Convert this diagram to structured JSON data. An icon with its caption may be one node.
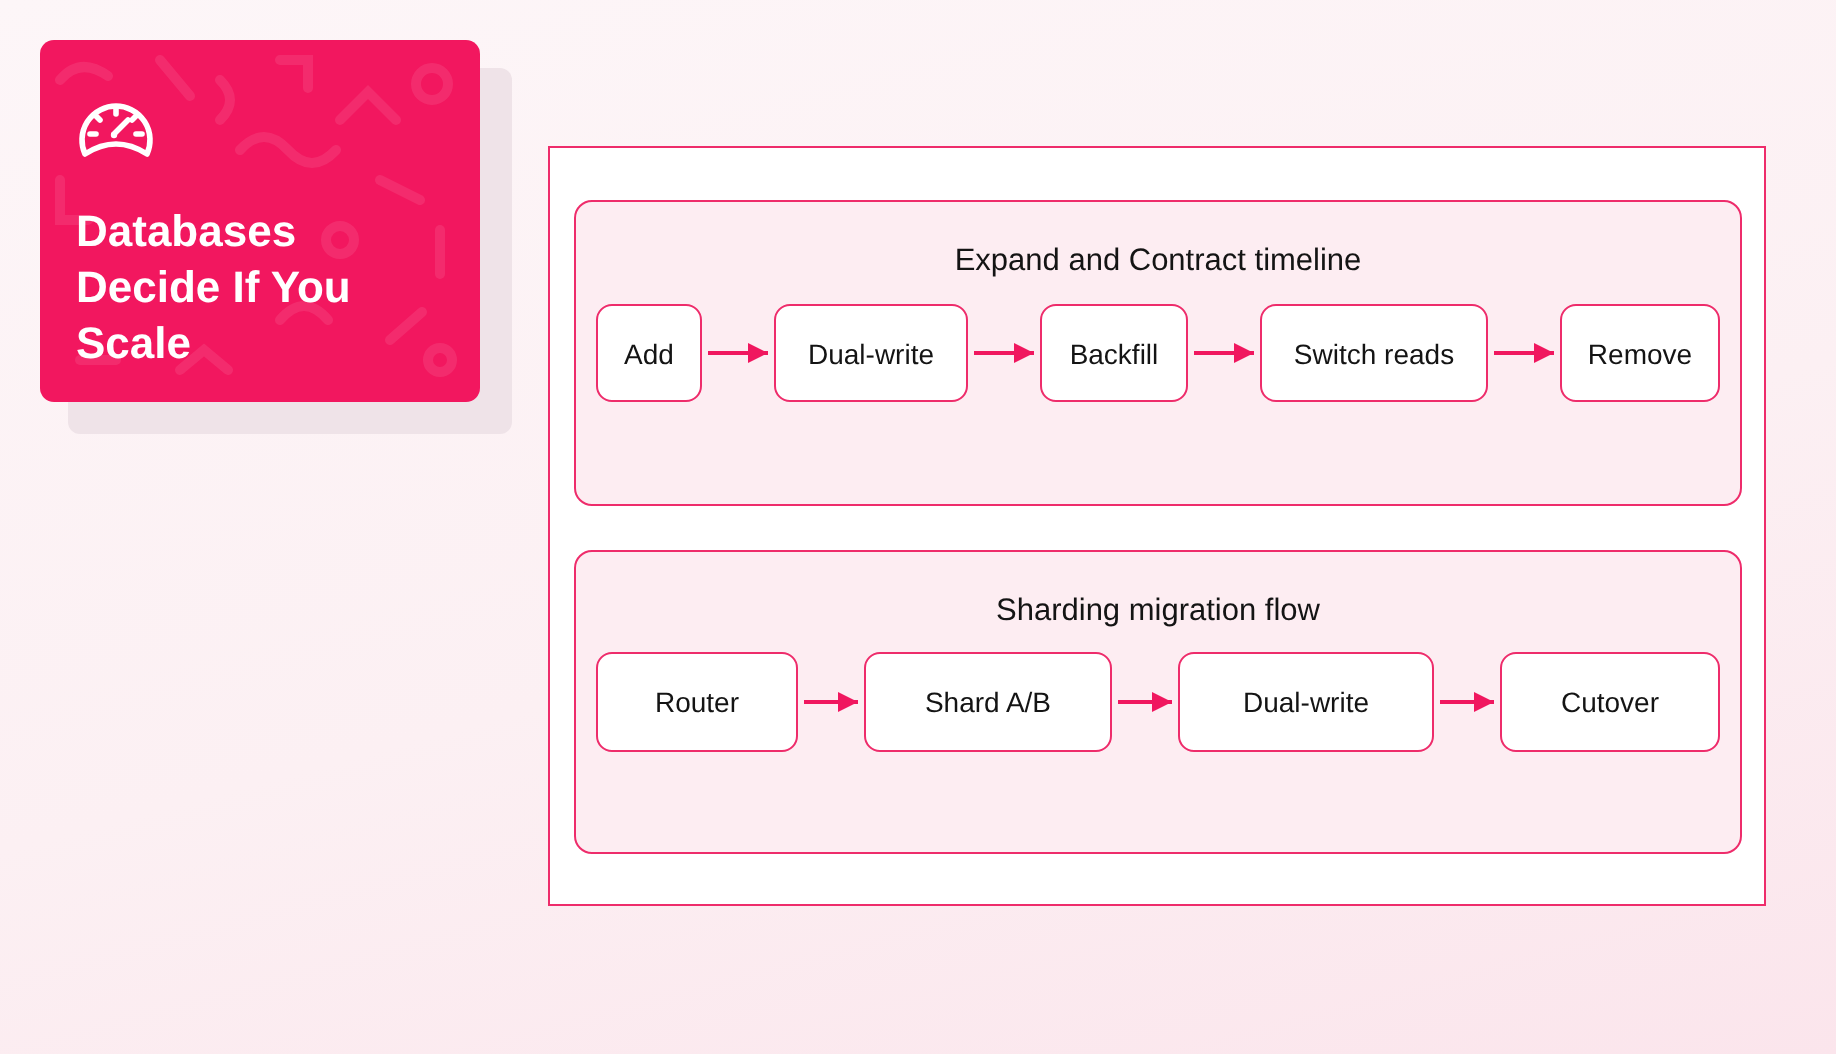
{
  "diagram": {
    "title": "Databases Decide If You Scale",
    "nodes": [
      {
        "text": [],
        "shape": "box"
      },
      {
        "text": [
          "Expand and Contract timeline"
        ],
        "in": 0
      },
      {
        "text": [
          "Add"
        ],
        "in": 1
      },
      {
        "text": [
          "Dual-write"
        ],
        "in": 1
      },
      {
        "text": [
          "Backfill"
        ],
        "in": 1
      },
      {
        "text": [
          "Switch reads"
        ],
        "in": 1
      },
      {
        "text": [
          "Remove"
        ],
        "in": 1
      },
      {
        "text": [
          "Sharding migration flow"
        ],
        "in": 0
      },
      {
        "text": [
          "Router"
        ],
        "in": 7
      },
      {
        "text": [
          "Shard A/B"
        ],
        "in": 7
      },
      {
        "text": [
          "Dual-write"
        ],
        "in": 7
      },
      {
        "text": [
          "Cutover"
        ],
        "in": 7
      }
    ],
    "edges": [
      {
        "from": 2,
        "to": 3,
        "arrow": "to"
      },
      {
        "from": 3,
        "to": 4,
        "arrow": "to"
      },
      {
        "from": 4,
        "to": 5,
        "arrow": "to"
      },
      {
        "from": 5,
        "to": 6,
        "arrow": "to"
      },
      {
        "from": 8,
        "to": 9,
        "arrow": "to"
      },
      {
        "from": 9,
        "to": 10,
        "arrow": "to"
      },
      {
        "from": 10,
        "to": 11,
        "arrow": "to"
      }
    ]
  }
}
